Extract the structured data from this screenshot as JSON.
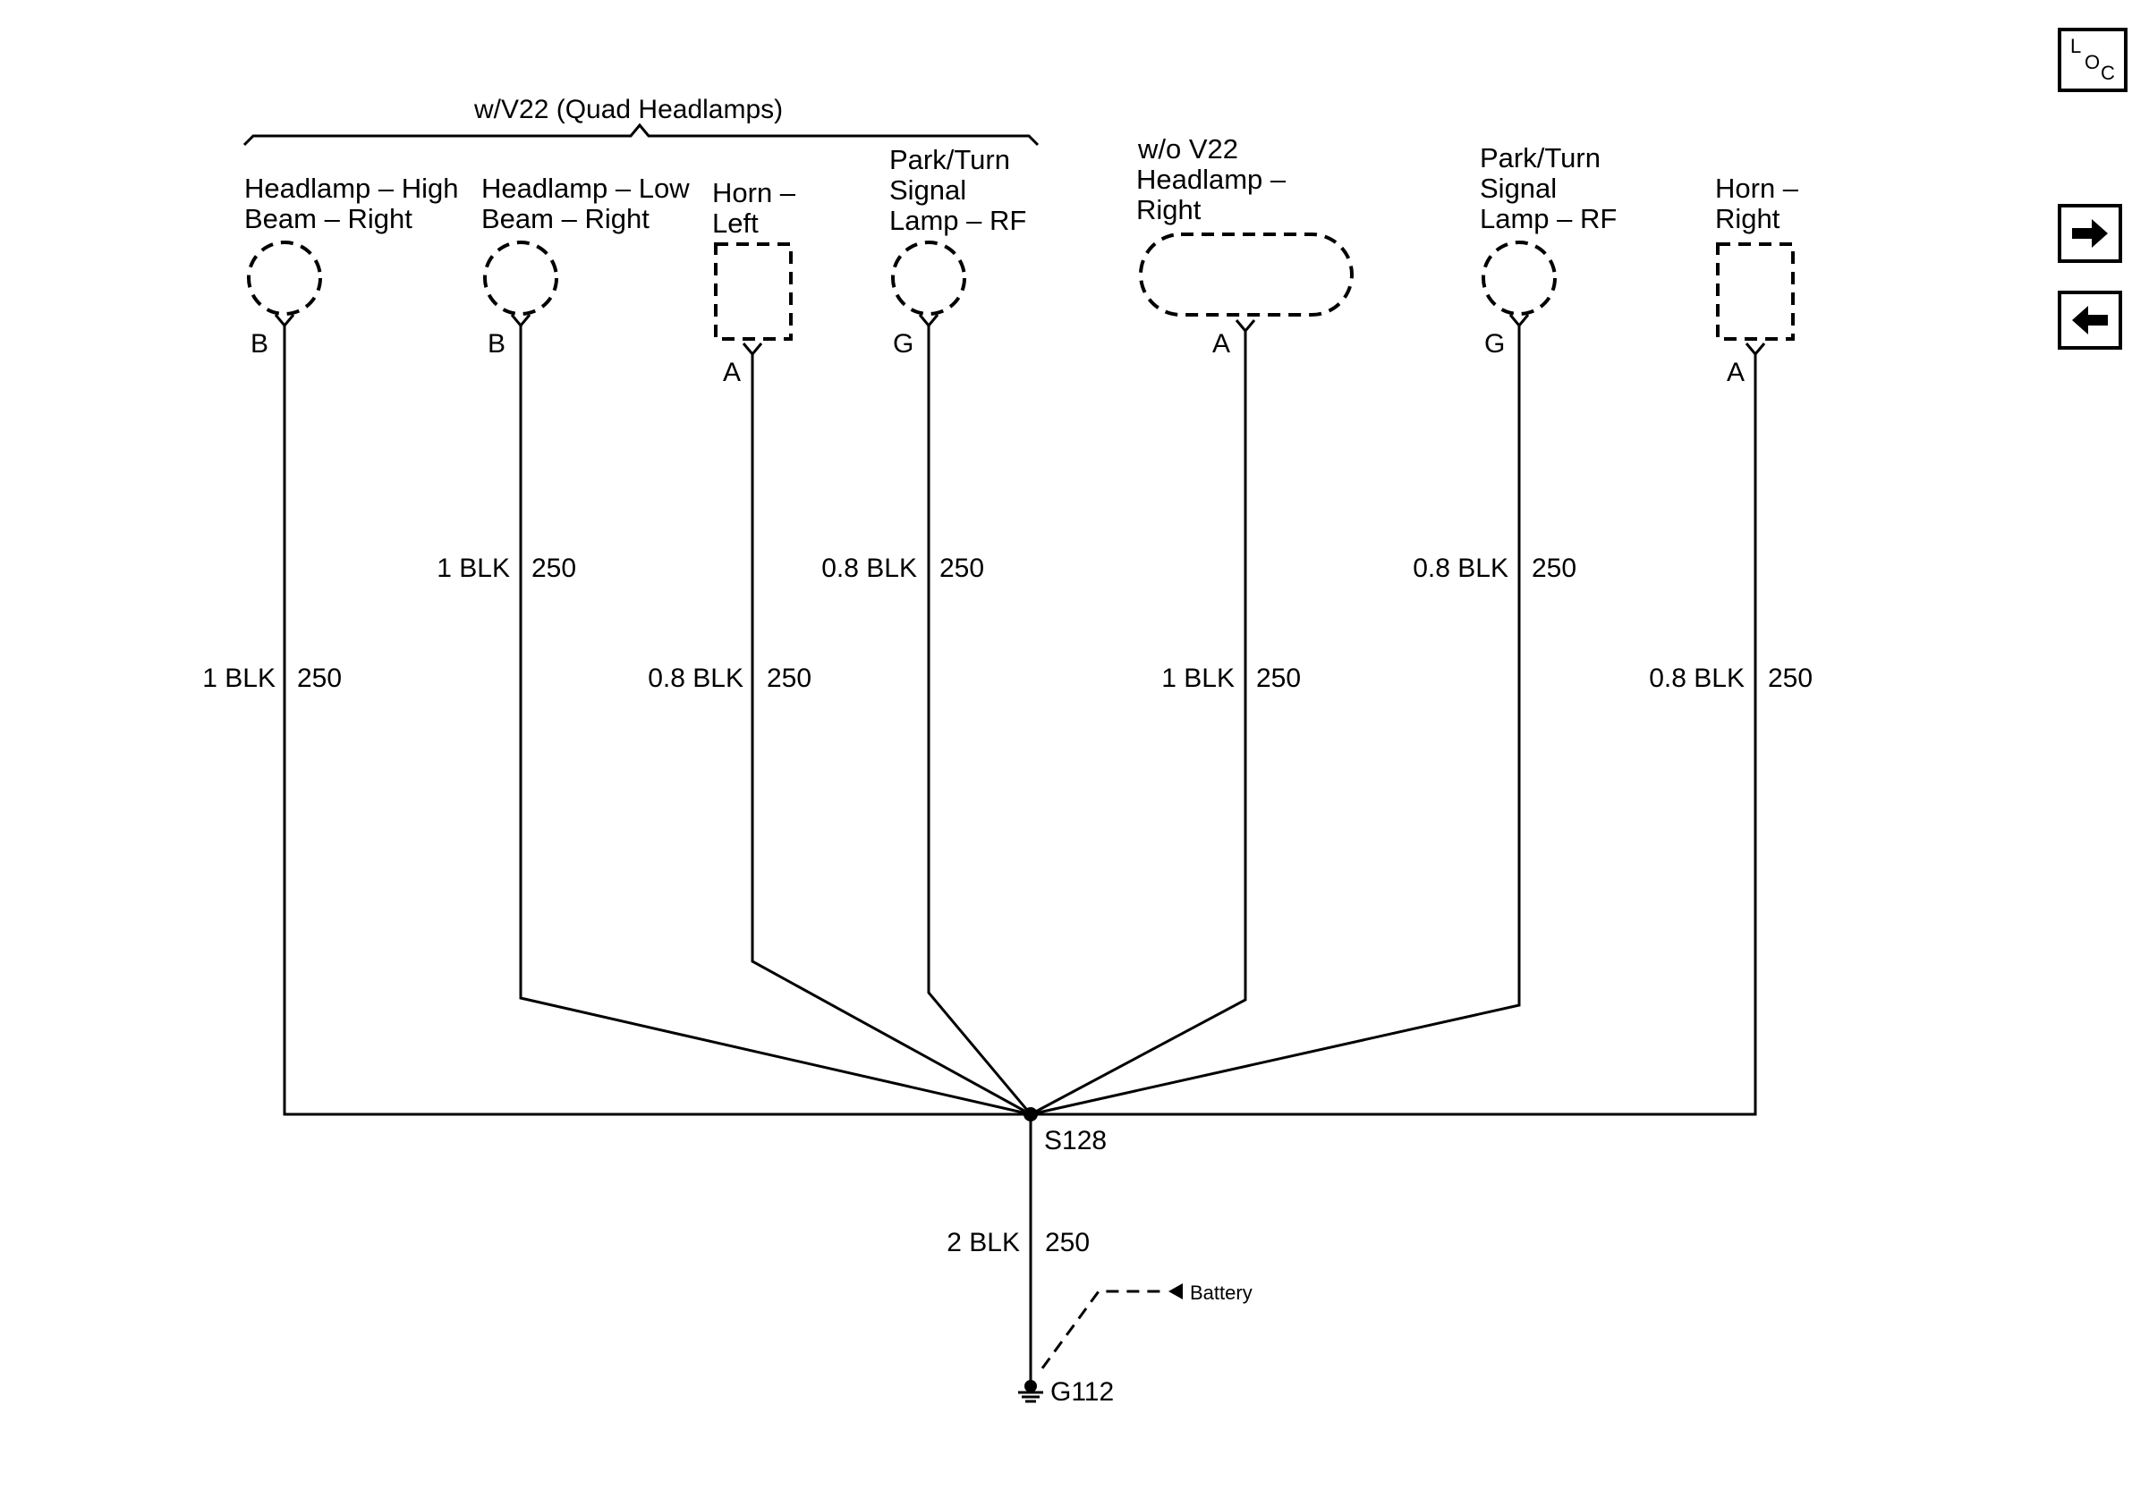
{
  "nav": {
    "loc": {
      "l": "L",
      "o": "O",
      "c": "C"
    }
  },
  "group_label": "w/V22 (Quad Headlamps)",
  "components": {
    "hb_right": {
      "line1": "Headlamp – High",
      "line2": "Beam – Right",
      "pin": "B",
      "wire_size": "1 BLK",
      "circuit": "250"
    },
    "lb_right": {
      "line1": "Headlamp – Low",
      "line2": "Beam – Right",
      "pin": "B",
      "wire_size": "1 BLK",
      "circuit": "250"
    },
    "horn_left": {
      "line1": "Horn –",
      "line2": "Left",
      "pin": "A",
      "wire_size": "0.8 BLK",
      "circuit": "250"
    },
    "park_rf_1": {
      "line1": "Park/Turn",
      "line2": "Signal",
      "line3": "Lamp – RF",
      "pin": "G",
      "wire_size": "0.8 BLK",
      "circuit": "250"
    },
    "headlamp_right": {
      "line1": "w/o V22",
      "line2": "Headlamp –",
      "line3": "Right",
      "pin": "A",
      "wire_size": "1 BLK",
      "circuit": "250"
    },
    "park_rf_2": {
      "line1": "Park/Turn",
      "line2": "Signal",
      "line3": "Lamp – RF",
      "pin": "G",
      "wire_size": "0.8 BLK",
      "circuit": "250"
    },
    "horn_right": {
      "line1": "Horn –",
      "line2": "Right",
      "pin": "A",
      "wire_size": "0.8 BLK",
      "circuit": "250"
    }
  },
  "splice": {
    "label": "S128"
  },
  "ground_wire": {
    "wire_size": "2 BLK",
    "circuit": "250"
  },
  "battery_label": "Battery",
  "ground": {
    "label": "G112"
  }
}
